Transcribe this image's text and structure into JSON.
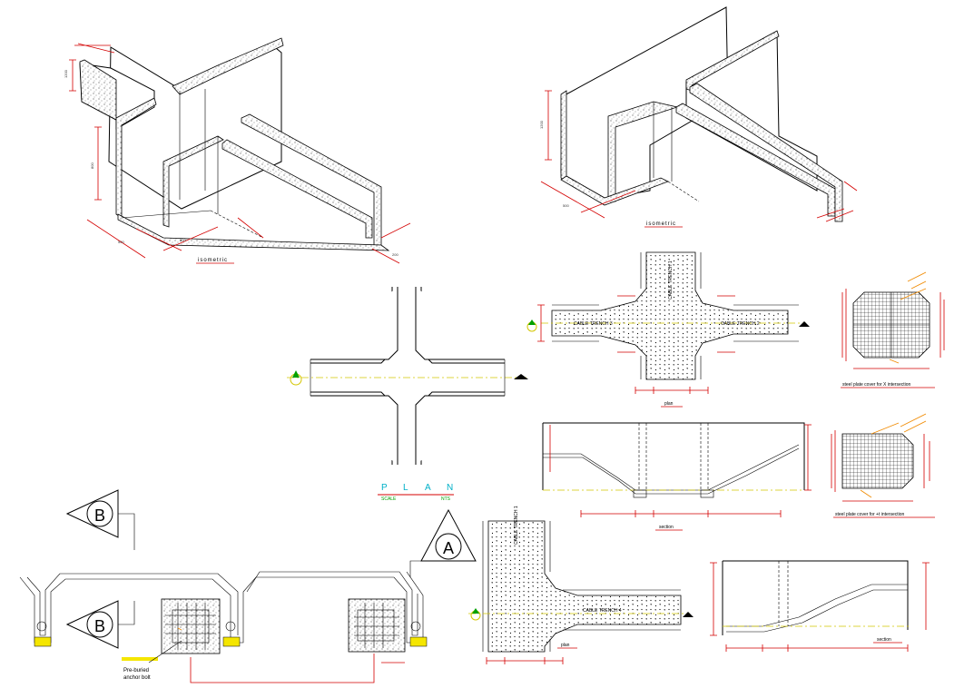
{
  "labels": {
    "iso_left": "isometric",
    "iso_right": "isometric",
    "plan_center": [
      "P",
      "L",
      "A",
      "N"
    ],
    "plan_scale": "SCALE",
    "plan_scale_value": "NTS",
    "plan_mid": "plan",
    "section_mid": "section",
    "plan_bottom": "plan",
    "section_bottom": "section",
    "trench_cross_left": "CABLE TRENCH 3",
    "trench_cross_right": "CABLE TRENCH 2",
    "trench_cross_vertical": "CABLE TRENCH 1",
    "trench_tee_vertical": "CABLE TRENCH 1",
    "trench_tee_branch": "CABLE TRENCH 4",
    "cover_caption_top": "steel plate cover for X intersection",
    "cover_caption_bottom": "steel plate cover for +t intersection",
    "anchor_label_top": "Pre-buried",
    "anchor_label_bottom": "anchor bolt",
    "marker_b": "B",
    "marker_a": "A"
  },
  "colors": {
    "dimension": "#d40000",
    "centerline": "#d4c600",
    "leader": "#f08a00",
    "plan_text": "#00b0c8",
    "scale_text": "#00a000"
  }
}
